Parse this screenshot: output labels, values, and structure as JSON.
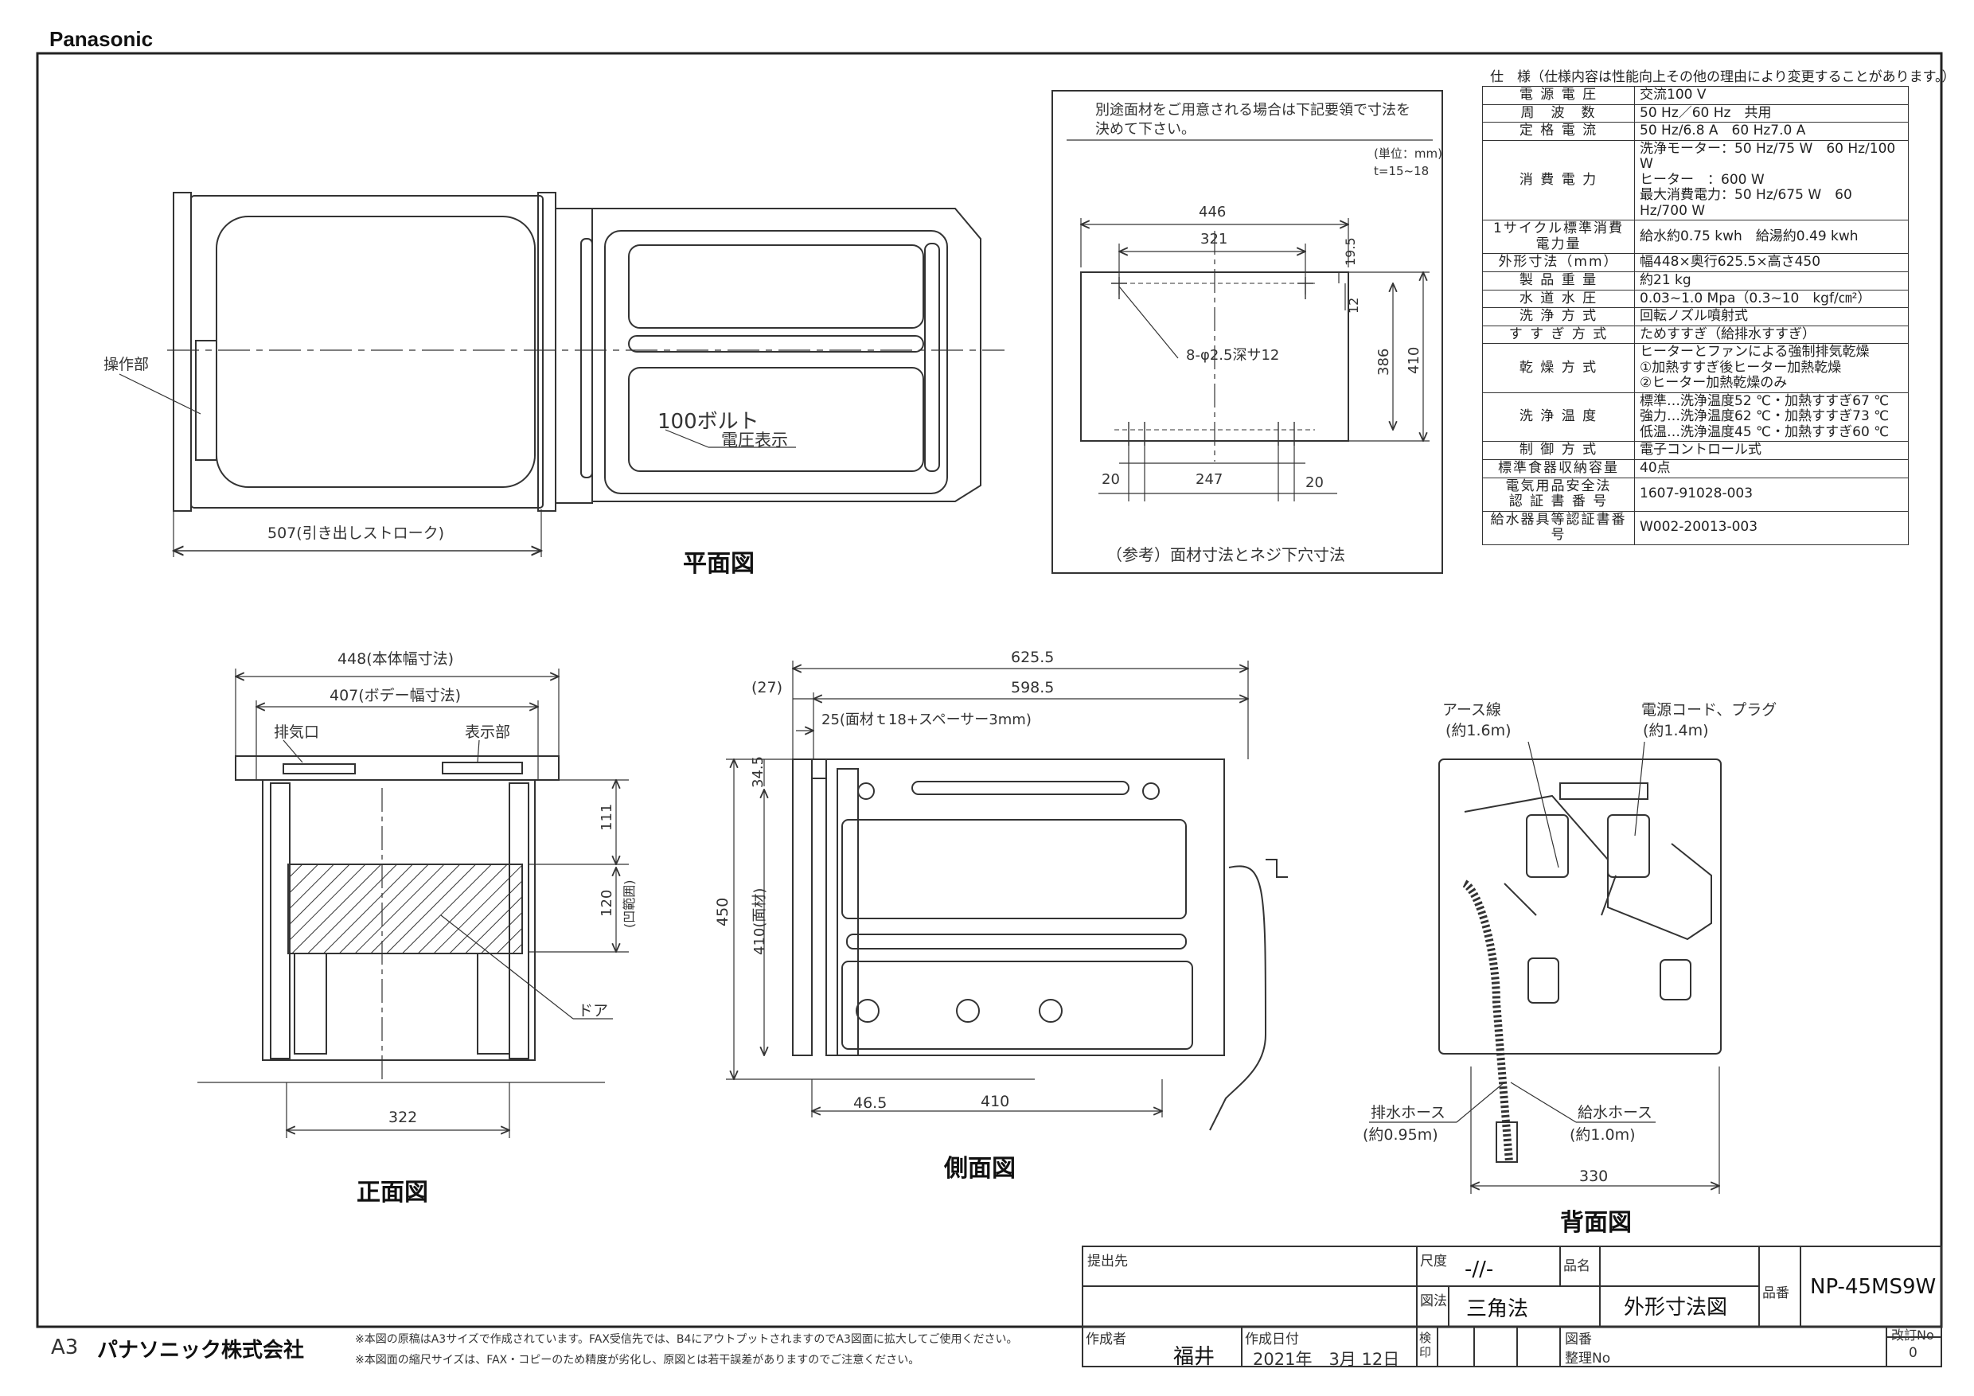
{
  "brand": "Panasonic",
  "views": {
    "plan": {
      "title": "平面図",
      "operation_label": "操作部",
      "stroke_label": "507(引き出しストローク)",
      "voltage_text": "100ボルト",
      "voltage_label": "電圧表示"
    },
    "panel": {
      "note_line1": "別途面材をご用意される場合は下記要領で寸法を",
      "note_line2": "決めて下さい。",
      "unit": "(単位：mm)",
      "thickness": "t=15~18",
      "dim_446": "446",
      "dim_321": "321",
      "dim_19_5": "19.5",
      "dim_12": "12",
      "dim_386": "386",
      "dim_410": "410",
      "hole_label": "8-φ2.5深サ12",
      "dim_20a": "20",
      "dim_247": "247",
      "dim_20b": "20",
      "caption": "（参考）面材寸法とネジ下穴寸法"
    },
    "front": {
      "title": "正面図",
      "dim_448": "448(本体幅寸法)",
      "dim_407": "407(ボデー幅寸法)",
      "exhaust_label": "排気口",
      "display_label": "表示部",
      "dim_111": "111",
      "dim_120": "120",
      "recess_label": "(凹範囲)",
      "door_label": "ドア",
      "dim_322": "322"
    },
    "side": {
      "title": "側面図",
      "dim_625_5": "625.5",
      "dim_27": "(27)",
      "dim_598_5": "598.5",
      "dim_25": "25(面材ｔ18+スペーサー3mm)",
      "dim_34_5": "34.5",
      "dim_450": "450",
      "dim_410_panel": "410(面材)",
      "dim_46_5": "46.5",
      "dim_410": "410"
    },
    "back": {
      "title": "背面図",
      "earth_label": "アース線",
      "earth_len": "(約1.6m)",
      "cord_label": "電源コード、プラグ",
      "cord_len": "(約1.4m)",
      "drain_label": "排水ホース",
      "drain_len": "(約0.95m)",
      "supply_label": "給水ホース",
      "supply_len": "(約1.0m)",
      "dim_330": "330"
    }
  },
  "spec": {
    "title": "仕　様（仕様内容は性能向上その他の理由により変更することがあります。）",
    "rows": [
      {
        "k": "電 源 電 圧",
        "v": "交流100 V"
      },
      {
        "k": "周　波　数",
        "v": "50 Hz／60 Hz　共用"
      },
      {
        "k": "定 格 電 流",
        "v": "50 Hz/6.8 A　60 Hz7.0 A"
      },
      {
        "k": "消 費 電 力",
        "v": "洗浄モーター：50 Hz/75 W　60 Hz/100 W\nヒーター　：600 W\n最大消費電力：50 Hz/675 W　60 Hz/700 W"
      },
      {
        "k": "1サイクル標準消費電力量",
        "v": "給水約0.75 kwh　給湯約0.49 kwh"
      },
      {
        "k": "外形寸法（mm）",
        "v": "幅448×奥行625.5×高さ450"
      },
      {
        "k": "製 品 重 量",
        "v": "約21 kg"
      },
      {
        "k": "水 道 水 圧",
        "v": "0.03~1.0 Mpa（0.3~10　kgf/㎝²）"
      },
      {
        "k": "洗 浄 方 式",
        "v": "回転ノズル噴射式"
      },
      {
        "k": "す す ぎ 方 式",
        "v": "ためすすぎ（給排水すすぎ）"
      },
      {
        "k": "乾 燥 方 式",
        "v": "ヒーターとファンによる強制排気乾燥\n①加熱すすぎ後ヒーター加熱乾燥\n②ヒーター加熱乾燥のみ"
      },
      {
        "k": "洗 浄 温 度",
        "v": "標準…洗浄温度52 ℃・加熱すすぎ67 ℃\n強力…洗浄温度62 ℃・加熱すすぎ73 ℃\n低温…洗浄温度45 ℃・加熱すすぎ60 ℃"
      },
      {
        "k": "制 御 方 式",
        "v": "電子コントロール式"
      },
      {
        "k": "標準食器収納容量",
        "v": "40点"
      },
      {
        "k": "電気用品安全法\n認 証 書 番 号",
        "v": "1607-91028-003"
      },
      {
        "k": "給水器具等認証書番号",
        "v": "W002-20013-003"
      }
    ]
  },
  "title_block": {
    "submit_to": "提出先",
    "scale_label": "尺度",
    "scale_value": "-//-",
    "name_label": "品名",
    "projection_label": "図法",
    "projection_value": "三角法",
    "drawing_name": "外形寸法図",
    "model_label": "品番",
    "model_value": "NP-45MS9W",
    "author_label": "作成者",
    "author_value": "福井",
    "date_label": "作成日付",
    "date_value": "2021年　3月 12日",
    "check_label": "検印",
    "dwg_no_label": "図番",
    "ref_no_label": "整理No",
    "rev_label": "改訂No",
    "rev_value": "0"
  },
  "footer": {
    "paper": "A3",
    "company": "パナソニック株式会社",
    "note1": "※本図の原稿はA3サイズで作成されています。FAX受信先では、B4にアウトプットされますのでA3図面に拡大してご使用ください。",
    "note2": "※本図面の縮尺サイズは、FAX・コピーのため精度が劣化し、原図とは若干誤差がありますのでご注意ください。"
  }
}
